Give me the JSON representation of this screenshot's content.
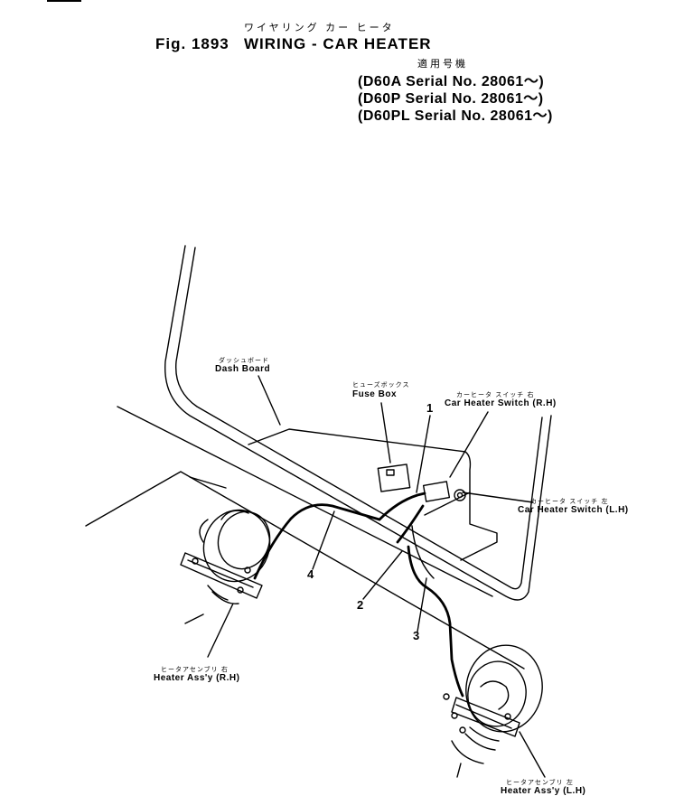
{
  "header": {
    "jp_title": "ワイヤリング カー ヒータ",
    "figure_label": "Fig. 1893",
    "title": "WIRING - CAR HEATER",
    "applicable_jp": "適用号機",
    "serials": [
      "(D60A  Serial No. 28061～)",
      "(D60P  Serial No. 28061～)",
      "(D60PL Serial No. 28061～)"
    ]
  },
  "labels": {
    "dash_board": {
      "jp": "ダッシュボード",
      "en": "Dash Board"
    },
    "fuse_box": {
      "jp": "ヒューズボックス",
      "en": "Fuse Box"
    },
    "switch_rh": {
      "jp": "カーヒータ スイッチ 右",
      "en": "Car Heater Switch (R.H)"
    },
    "switch_lh": {
      "jp": "カーヒータ スイッチ 左",
      "en": "Car Heater Switch (L.H)"
    },
    "heater_rh": {
      "jp": "ヒータアセンブリ 右",
      "en": "Heater Ass'y (R.H)"
    },
    "heater_lh": {
      "jp": "ヒータアセンブリ 左",
      "en": "Heater Ass'y (L.H)"
    }
  },
  "callouts": [
    "1",
    "2",
    "3",
    "4"
  ]
}
